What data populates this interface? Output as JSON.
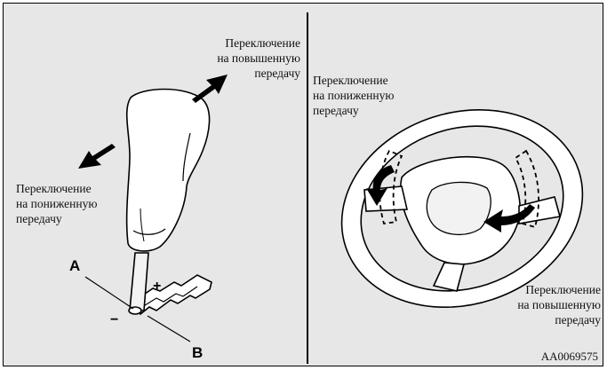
{
  "left_panel": {
    "upshift_caption": [
      "Переключение",
      "на повышенную",
      "передачу"
    ],
    "downshift_caption": [
      "Переключение",
      "на пониженную",
      "передачу"
    ],
    "label_a": "A",
    "label_b": "B",
    "plus_mark": "+",
    "minus_mark": "−"
  },
  "right_panel": {
    "downshift_caption": [
      "Переключение",
      "на пониженную",
      "передачу"
    ],
    "upshift_caption": [
      "Переключение",
      "на повышенную",
      "передачу"
    ]
  },
  "figure_code": "AA0069575"
}
